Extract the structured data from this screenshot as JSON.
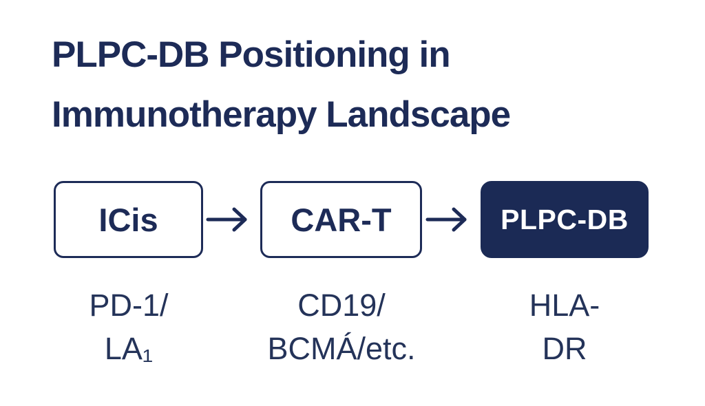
{
  "title": {
    "lines": [
      "PLPC-DB Positioning in",
      "Immunotherapy Landscape"
    ]
  },
  "flow": {
    "arrow_glyph": "→",
    "nodes": [
      {
        "label": "ICis",
        "style": "outline",
        "sub": [
          "PD-1/",
          "LA₁"
        ]
      },
      {
        "label": "CAR-T",
        "style": "outline",
        "sub": [
          "CD19/",
          "BCMÁ/etc."
        ]
      },
      {
        "label": "PLPC-DB",
        "style": "filled",
        "sub": [
          "HLA-",
          "DR"
        ]
      }
    ]
  },
  "colors": {
    "navy_text": "#1d2b57",
    "box_border": "#1d2b57",
    "box_fill_dark": "#1b2a55",
    "text_on_dark": "#ffffff",
    "sub_label_text": "#243359",
    "background": "#ffffff"
  }
}
